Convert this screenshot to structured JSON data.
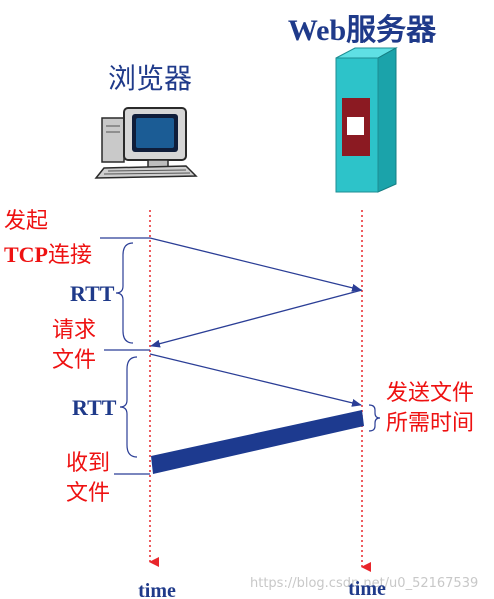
{
  "labels": {
    "server_title": "Web服务器",
    "browser_title": "浏览器",
    "initiate_line1": "发起",
    "initiate_tcp": "TCP",
    "initiate_rest": "连接",
    "rtt_1": "RTT",
    "request_line1": "请求",
    "request_line2": "文件",
    "rtt_2": "RTT",
    "send_time_line1": "发送文件",
    "send_time_line2": "所需时间",
    "received_line1": "收到",
    "received_line2": "文件",
    "time_client": "time",
    "time_server": "time",
    "watermark": "https://blog.csdn.net/u0_52167539"
  },
  "colors": {
    "title_text": "#1F3A8A",
    "red_text": "#EE1111",
    "blue_text": "#1F3A8A",
    "arrow": "#2B3E96",
    "dotted_line": "#E8262B",
    "transfer_bar": "#1D3A8F",
    "server_body": "#2DC3C9",
    "server_panel": "#8B1A22",
    "watermark": "#C8C8C8"
  },
  "icons": {
    "client": "desktop-computer-icon",
    "server": "server-tower-icon"
  }
}
